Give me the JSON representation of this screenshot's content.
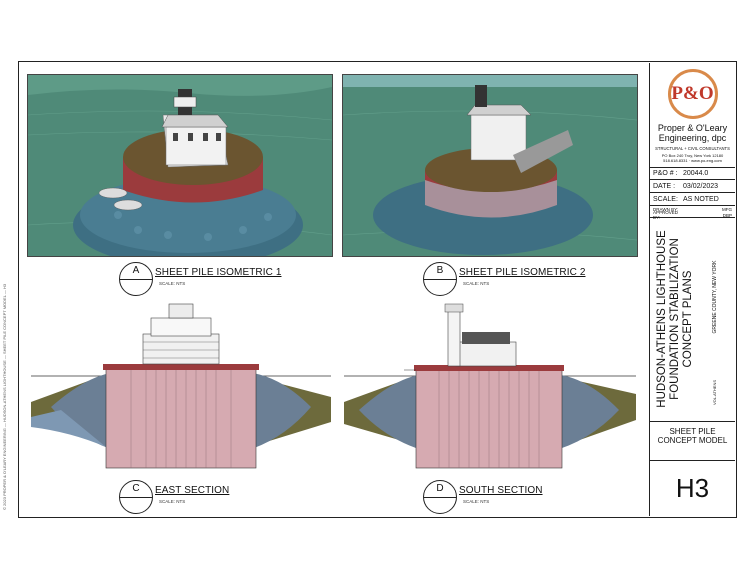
{
  "margin_note": "© 2023 PROPER & O'LEARY ENGINEERING — HUDSON-ATHENS LIGHTHOUSE — SHEET PILE CONCEPT MODEL — H3",
  "views": [
    {
      "letter": "A",
      "title": "SHEET PILE ISOMETRIC 1",
      "scale": "SCALE: NTS"
    },
    {
      "letter": "B",
      "title": "SHEET PILE ISOMETRIC 2",
      "scale": "SCALE: NTS"
    },
    {
      "letter": "C",
      "title": "EAST SECTION",
      "scale": "SCALE: NTS"
    },
    {
      "letter": "D",
      "title": "SOUTH SECTION",
      "scale": "SCALE: NTS"
    }
  ],
  "firm": {
    "logo_text": "P&O",
    "name_line1": "Proper & O'Leary",
    "name_line2": "Engineering, dpc",
    "tagline": "STRUCTURAL + CIVIL CONSULTANTS",
    "address": "PO Box 240 Troy, New York 12180",
    "phone_web": "518.618.8331 · www.po-eng.com"
  },
  "meta": {
    "po_label": "P&O # :",
    "po_value": "20044.0",
    "date_label": "DATE :",
    "date_value": "03/02/2023",
    "scale_label": "SCALE:",
    "scale_value": "AS NOTED",
    "drawn_label": "DRAWN BY:",
    "drawn_value": "MFG",
    "approved_label": "APPROVED BY:",
    "approved_value": "DBP"
  },
  "project": {
    "title_line1": "HUDSON-ATHENS LIGHTHOUSE",
    "title_line2": "FOUNDATION STABILIZATION",
    "title_line3": "CONCEPT PLANS",
    "location": "GREENE COUNTY, NEW YORK",
    "village": "VOL.ATHENS"
  },
  "sheet": {
    "name_line1": "SHEET PILE",
    "name_line2": "CONCEPT MODEL",
    "number": "H3"
  },
  "colors": {
    "water": "#4f8a78",
    "rock": "#3e6f83",
    "pile": "#b8494b",
    "deck": "#6b5530",
    "shaft": "#d6aab1"
  }
}
